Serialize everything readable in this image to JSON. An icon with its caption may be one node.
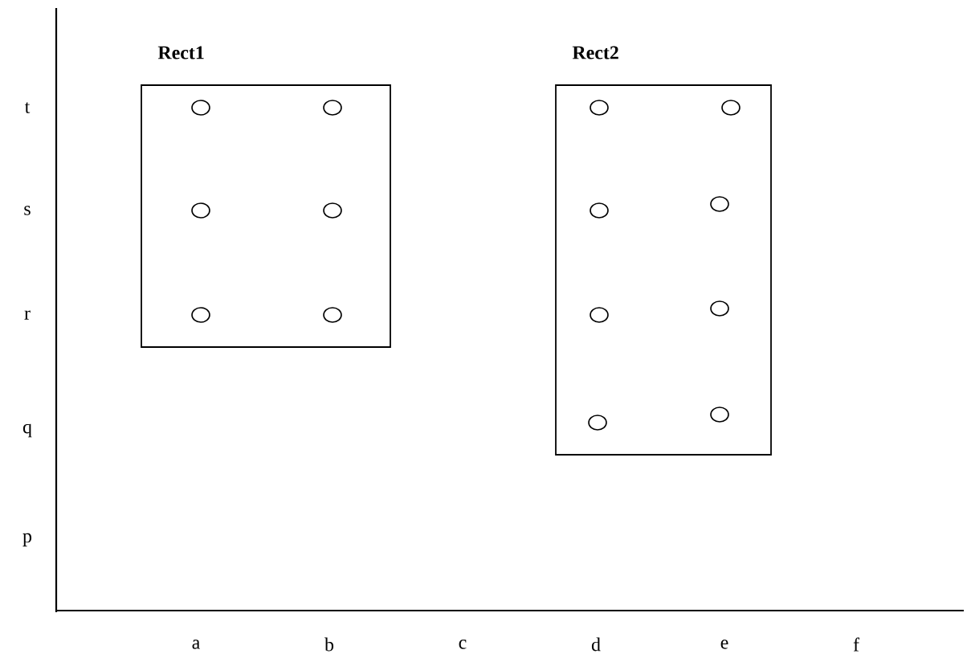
{
  "diagram": {
    "nodes": [
      {
        "text": [
          "Rect1"
        ]
      },
      {
        "text": [],
        "shape": "circle",
        "in": 0
      },
      {
        "text": [],
        "shape": "circle",
        "in": 0
      },
      {
        "text": [],
        "shape": "circle",
        "in": 0
      },
      {
        "text": [],
        "shape": "circle",
        "in": 0
      },
      {
        "text": [],
        "shape": "circle",
        "in": 0
      },
      {
        "text": [],
        "shape": "circle",
        "in": 0
      },
      {
        "text": [
          "Rect2"
        ]
      },
      {
        "text": [],
        "shape": "circle",
        "in": 7
      },
      {
        "text": [],
        "shape": "circle",
        "in": 7
      },
      {
        "text": [],
        "shape": "circle",
        "in": 7
      },
      {
        "text": [],
        "shape": "circle",
        "in": 7
      },
      {
        "text": [],
        "shape": "circle",
        "in": 7
      },
      {
        "text": [],
        "shape": "circle",
        "in": 7
      },
      {
        "text": [],
        "shape": "circle",
        "in": 7
      },
      {
        "text": [],
        "shape": "circle",
        "in": 7
      }
    ],
    "labels": [
      "t",
      "s",
      "r",
      "q",
      "p",
      "a",
      "b",
      "c",
      "d",
      "e",
      "f"
    ]
  }
}
